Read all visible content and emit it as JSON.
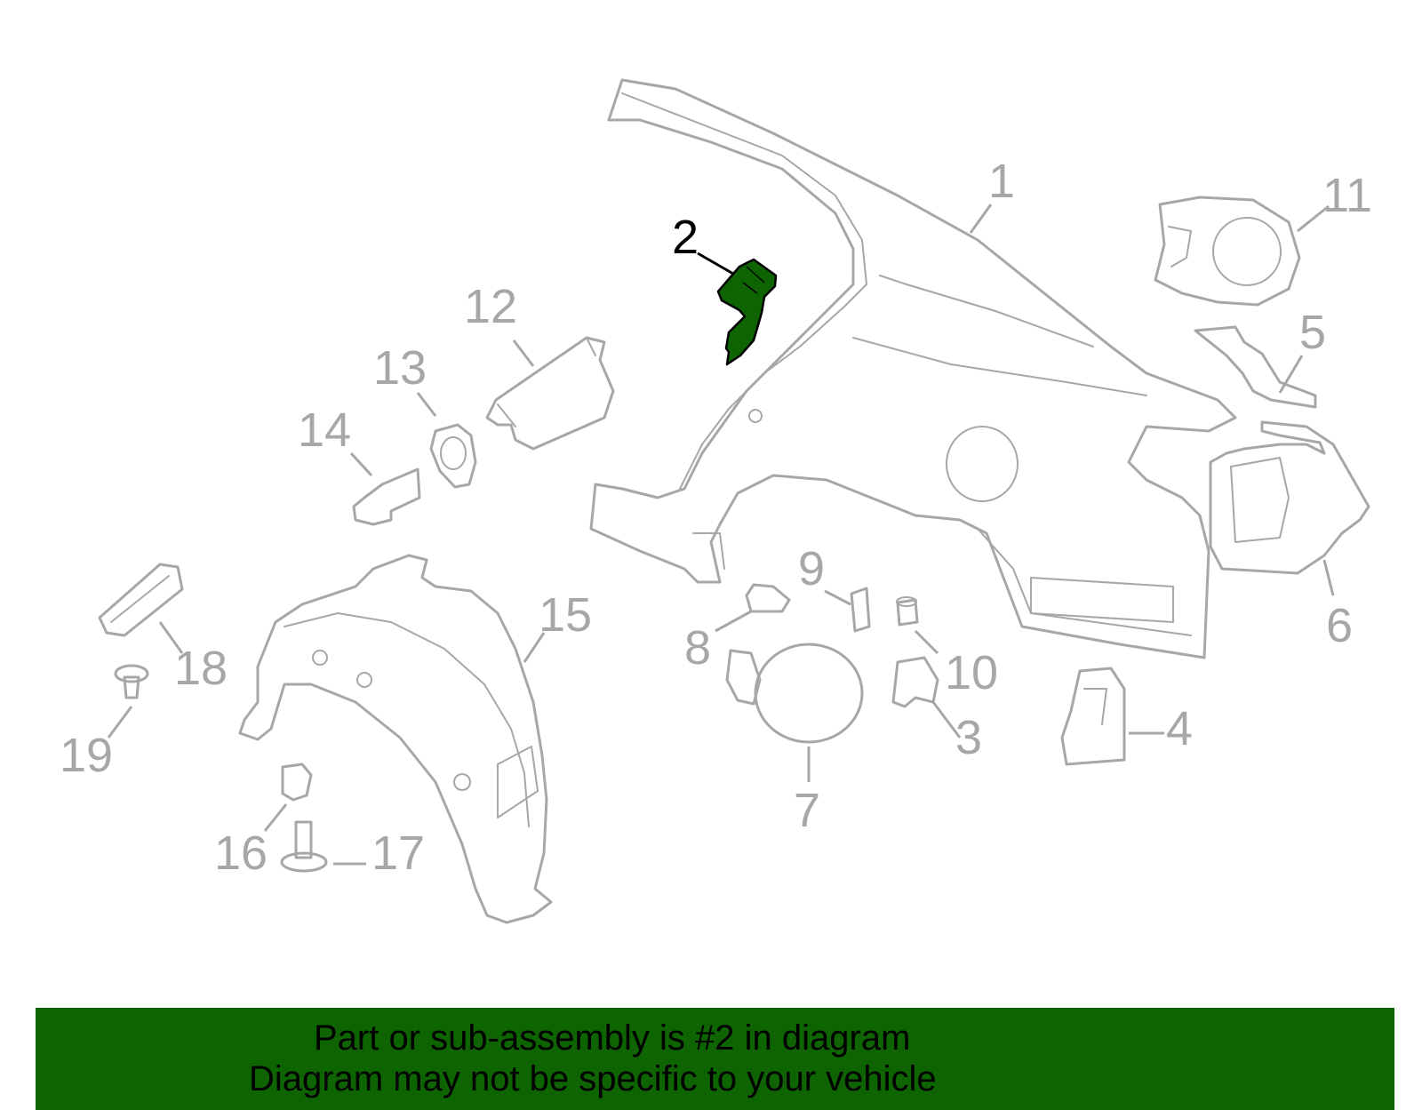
{
  "diagram": {
    "highlight_part": "2",
    "highlight_color": "#0d6400",
    "part_color": "#a7a7a7",
    "callouts": [
      "1",
      "2",
      "3",
      "4",
      "5",
      "6",
      "7",
      "8",
      "9",
      "10",
      "11",
      "12",
      "13",
      "14",
      "15",
      "16",
      "17",
      "18",
      "19"
    ]
  },
  "banner": {
    "line1": "Part or sub-assembly is #2 in diagram",
    "line2": "Diagram may not be specific to your vehicle",
    "background": "#0d6400"
  }
}
